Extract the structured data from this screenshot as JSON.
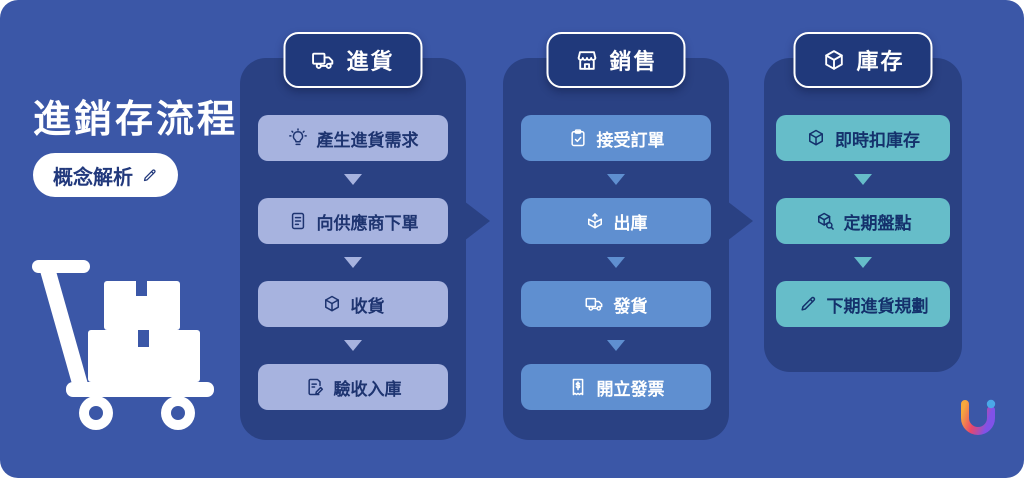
{
  "page": {
    "title": "進銷存流程",
    "badge_label": "概念解析"
  },
  "columns": [
    {
      "header": {
        "label": "進貨",
        "icon": "delivery-truck-icon"
      },
      "items": [
        {
          "label": "產生進貨需求",
          "icon": "lightbulb-icon"
        },
        {
          "label": "向供應商下單",
          "icon": "order-document-icon"
        },
        {
          "label": "收貨",
          "icon": "box-icon"
        },
        {
          "label": "驗收入庫",
          "icon": "inspect-receipt-icon"
        }
      ]
    },
    {
      "header": {
        "label": "銷售",
        "icon": "storefront-icon"
      },
      "items": [
        {
          "label": "接受訂單",
          "icon": "clipboard-check-icon"
        },
        {
          "label": "出庫",
          "icon": "box-out-icon"
        },
        {
          "label": "發貨",
          "icon": "shipping-truck-icon"
        },
        {
          "label": "開立發票",
          "icon": "invoice-icon"
        }
      ]
    },
    {
      "header": {
        "label": "庫存",
        "icon": "inventory-box-icon"
      },
      "items": [
        {
          "label": "即時扣庫存",
          "icon": "box-deduct-icon"
        },
        {
          "label": "定期盤點",
          "icon": "box-search-icon"
        },
        {
          "label": "下期進貨規劃",
          "icon": "pencil-plan-icon"
        }
      ]
    }
  ],
  "colors": {
    "background": "#3B57A7",
    "panel": "#2A4183",
    "header_pill": "#20397B",
    "purchase_item": "#A7B3DF",
    "purchase_text": "#1E3470",
    "sales_item": "#5F8FD0",
    "sales_text": "#FFFFFF",
    "inventory_item": "#66BDC9",
    "inventory_text": "#14316C",
    "white": "#FFFFFF"
  },
  "decorations": {
    "step_arrow_icon": "down-triangle-arrow",
    "column_connector_icon": "right-triangle-arrow",
    "illustration": "hand-truck-with-boxes",
    "brand_logo": "u-gradient-logo"
  }
}
